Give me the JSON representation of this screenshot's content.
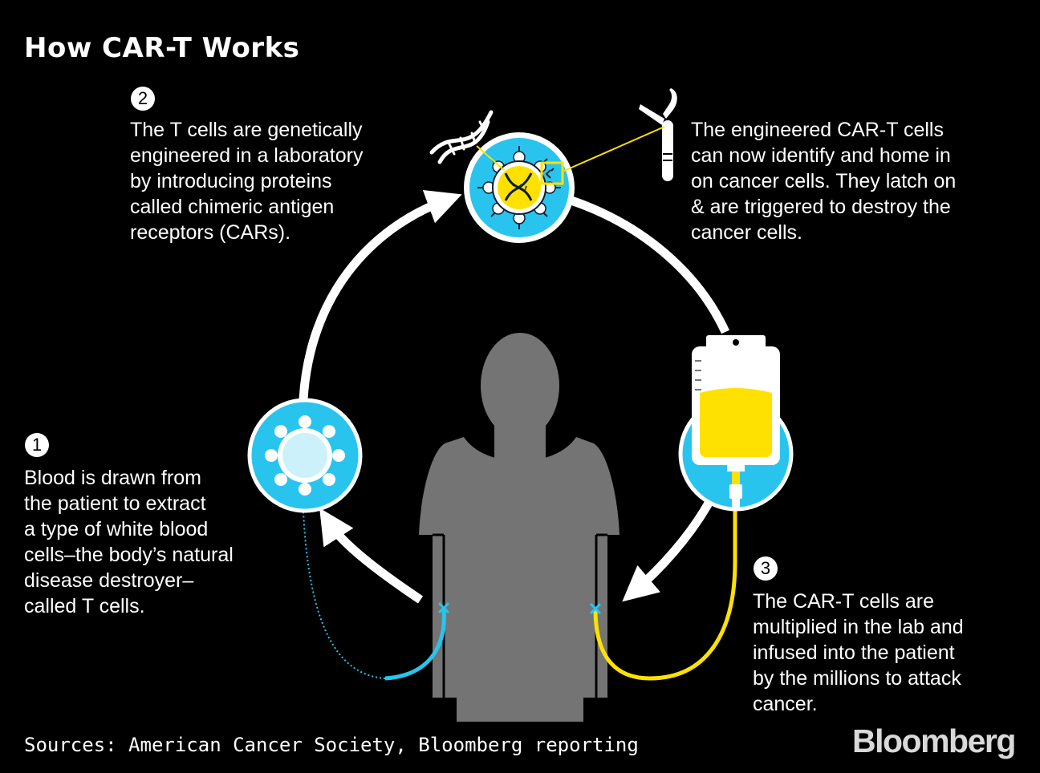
{
  "title": "How CAR-T Works",
  "steps": [
    {
      "number": "1",
      "text": "Blood is drawn from\nthe patient to extract\na type of white blood\ncells–the body’s natural\ndisease destroyer–\ncalled T cells."
    },
    {
      "number": "2",
      "text": "The T cells are genetically\nengineered in a laboratory\nby introducing proteins\ncalled chimeric antigen\nreceptors (CARs)."
    },
    {
      "number": "3",
      "text": "The CAR-T cells are\nmultiplied in the lab and\ninfused into the patient\nby the millions to attack\ncancer."
    }
  ],
  "receptor_note": "The engineered CAR-T cells\ncan now identify and home in\non cancer cells. They latch on\n& are triggered to destroy the\ncancer cells.",
  "source": "Sources: American Cancer Society, Bloomberg reporting",
  "logo": "Bloomberg",
  "colors": {
    "background": "#000000",
    "cycle": "#ffffff",
    "cell": "#29c4ee",
    "engineered": "#ffe100",
    "silhouette": "#747474"
  },
  "icons": [
    "t-cell-icon",
    "engineered-t-cell-icon",
    "dna-icon",
    "car-receptor-icon",
    "iv-bag-icon",
    "patient-silhouette-icon"
  ]
}
